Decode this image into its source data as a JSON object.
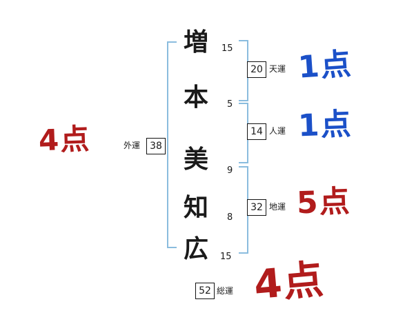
{
  "colors": {
    "score_blue": "#1b50c8",
    "score_red": "#b11c1c",
    "bracket_blue": "#8abcde",
    "ink": "#1a1a1a"
  },
  "name": {
    "chars": [
      {
        "glyph": "増",
        "strokes": "15"
      },
      {
        "glyph": "本",
        "strokes": "5"
      },
      {
        "glyph": "美",
        "strokes": "9"
      },
      {
        "glyph": "知",
        "strokes": "8"
      },
      {
        "glyph": "広",
        "strokes": "15"
      }
    ]
  },
  "fortunes": {
    "ten": {
      "label": "天運",
      "value": "20",
      "score": "1点"
    },
    "jin": {
      "label": "人運",
      "value": "14",
      "score": "1点"
    },
    "chi": {
      "label": "地運",
      "value": "32",
      "score": "5点"
    },
    "gai": {
      "label": "外運",
      "value": "38",
      "score": "4点"
    },
    "sou": {
      "label": "総運",
      "value": "52",
      "score": "4点"
    }
  }
}
